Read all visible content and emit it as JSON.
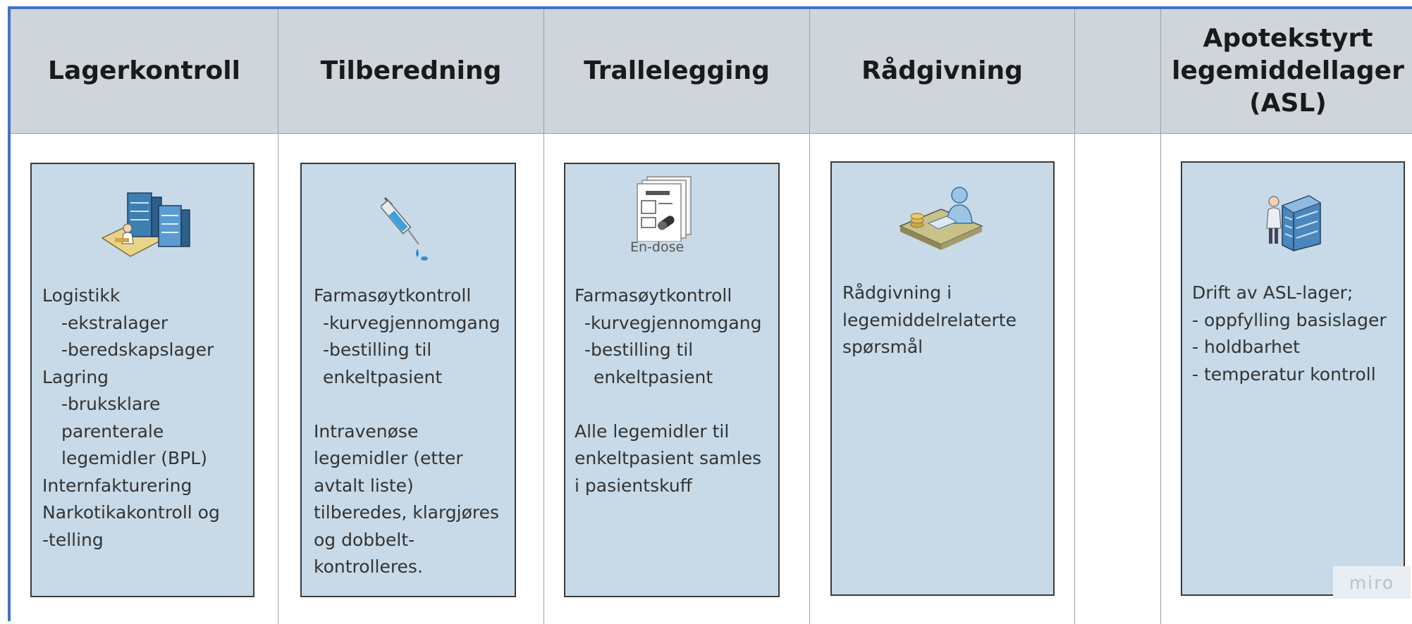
{
  "columns": [
    {
      "heading": "Lagerkontroll",
      "icon": "warehouse-logistics-icon",
      "lines": {
        "l1": "Logistikk",
        "l2": "-ekstralager",
        "l3": "-beredskapslager",
        "l4": "Lagring",
        "l5": "-bruksklare",
        "l6": "parenterale",
        "l7": "legemidler (BPL)",
        "l8": "Internfakturering",
        "l9": "Narkotikakontroll og",
        "l10": "-telling"
      }
    },
    {
      "heading": "Tilberedning",
      "icon": "syringe-icon",
      "lines": {
        "l1": "Farmasøytkontroll",
        "l2": "-kurvegjennomgang",
        "l3": "-bestilling til",
        "l4": "enkeltpasient",
        "l5": "Intravenøse",
        "l6": "legemidler (etter",
        "l7": "avtalt liste)",
        "l8": "tilberedes, klargjøres",
        "l9": "og dobbelt-",
        "l10": "kontrolleres."
      }
    },
    {
      "heading": "Trallelegging",
      "icon": "dose-sheet-icon",
      "icon_label": "En-dose",
      "lines": {
        "l1": "Farmasøytkontroll",
        "l2": "-kurvegjennomgang",
        "l3": "-bestilling til",
        "l4": "enkeltpasient",
        "l5": "Alle legemidler til",
        "l6": "enkeltpasient samles",
        "l7": "i pasientskuff"
      }
    },
    {
      "heading": "Rådgivning",
      "icon": "advisor-desk-icon",
      "lines": {
        "l1": "Rådgivning i",
        "l2": "legemiddelrelaterte",
        "l3": "spørsmål"
      }
    },
    {
      "heading": ""
    },
    {
      "heading_lines": [
        "Apotekstyrt",
        "legemiddellager",
        "(ASL)"
      ],
      "icon": "person-at-cabinet-icon",
      "lines": {
        "l1": "Drift av ASL-lager;",
        "l2": "- oppfylling basislager",
        "l3": "- holdbarhet",
        "l4": "- temperatur kontroll"
      }
    }
  ],
  "watermark": "miro",
  "colors": {
    "frame": "#4472c4",
    "header_bg": "#d0d5dc",
    "card_bg": "#c8dae8"
  }
}
